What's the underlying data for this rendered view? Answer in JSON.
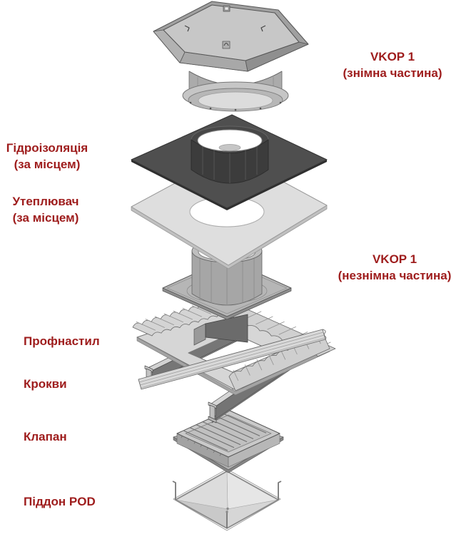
{
  "colors": {
    "background": "#ffffff",
    "label_text": "#9e1c1c",
    "dark_sheet": "#4f4f4f",
    "light_metal": "#c9c9c9"
  },
  "labels": {
    "vkop1_removable": {
      "line1": "VKOP 1",
      "line2": "(знімна частина)"
    },
    "hydro_insulation": {
      "line1": "Гідроізоляція",
      "line2": "(за місцем)"
    },
    "thermal_insulation": {
      "line1": "Утеплювач",
      "line2": "(за місцем)"
    },
    "vkop1_fixed": {
      "line1": "VKOP 1",
      "line2": "(незнімна частина)"
    },
    "corrugated_sheet": "Профнастил",
    "rafters": "Крокви",
    "valve": "Клапан",
    "tray": "Піддон POD"
  }
}
